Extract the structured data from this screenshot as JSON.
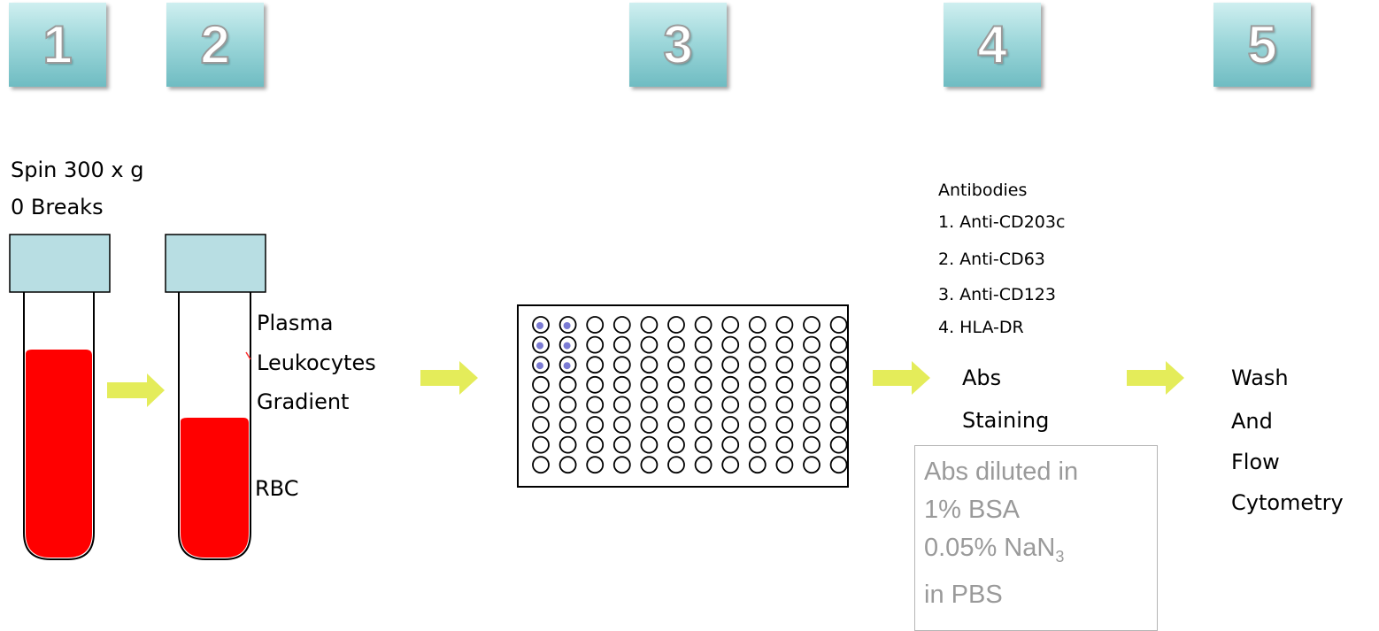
{
  "steps": [
    "1",
    "2",
    "3",
    "4",
    "5"
  ],
  "spin": {
    "line1": "Spin 300 x g",
    "line2": "0 Breaks"
  },
  "tube_labels": {
    "plasma": "Plasma",
    "leukocytes": "Leukocytes",
    "gradient": "Gradient",
    "rbc": "RBC"
  },
  "antibodies": {
    "title": "Antibodies",
    "items": [
      "1. Anti-CD203c",
      "2. Anti-CD63",
      "3. Anti-CD123",
      "4. HLA-DR"
    ]
  },
  "abs_staining": {
    "line1": "Abs",
    "line2": "Staining"
  },
  "wash": {
    "line1": "Wash",
    "line2": "And",
    "line3": "Flow",
    "line4": "Cytometry"
  },
  "note": {
    "line1": "Abs diluted in",
    "line2": "1% BSA",
    "line3_prefix": "0.05% NaN",
    "line3_sub": "3",
    "line4": "in PBS"
  },
  "plate": {
    "rows": 8,
    "cols": 12,
    "filled_rows": 3,
    "filled_cols": 2
  },
  "colors": {
    "blood": "#ff0000",
    "tube_cap": "#b8dee3",
    "arrow": "#e4ec5a",
    "well_dot": "#7b7bd4",
    "step_box": "#9fd8db"
  }
}
